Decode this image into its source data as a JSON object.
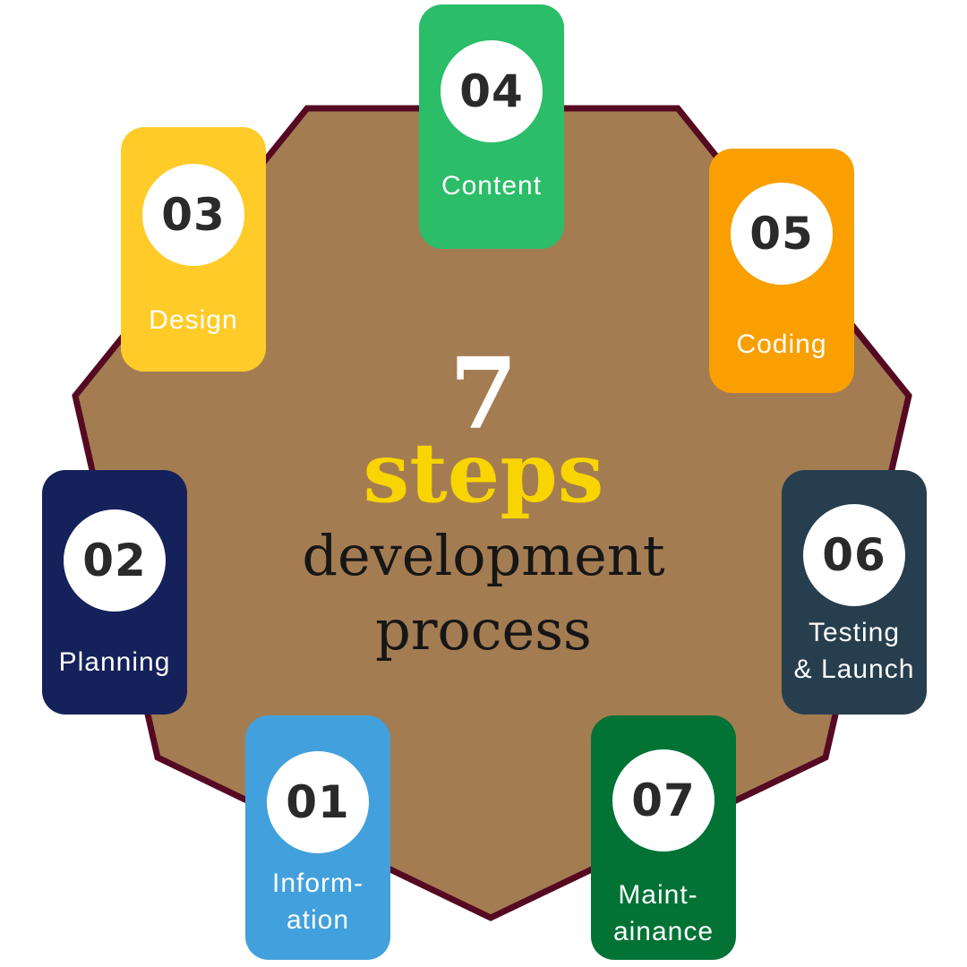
{
  "title": {
    "number": "7",
    "highlight": "steps",
    "line1": "development",
    "line2": "process"
  },
  "colors": {
    "polygon_fill": "#A47C52",
    "polygon_stroke": "#550A22",
    "highlight": "#F8D400"
  },
  "steps": [
    {
      "number": "01",
      "label_line1": "Inform-",
      "label_line2": "ation",
      "color": "#42A0DC"
    },
    {
      "number": "02",
      "label_line1": "Planning",
      "label_line2": "",
      "color": "#15215A"
    },
    {
      "number": "03",
      "label_line1": "Design",
      "label_line2": "",
      "color": "#FFCB29"
    },
    {
      "number": "04",
      "label_line1": "Content",
      "label_line2": "",
      "color": "#2BBD68"
    },
    {
      "number": "05",
      "label_line1": "Coding",
      "label_line2": "",
      "color": "#F99F00"
    },
    {
      "number": "06",
      "label_line1": "Testing",
      "label_line2": "& Launch",
      "color": "#263E4E"
    },
    {
      "number": "07",
      "label_line1": "Maint-",
      "label_line2": "ainance",
      "color": "#027235"
    }
  ]
}
